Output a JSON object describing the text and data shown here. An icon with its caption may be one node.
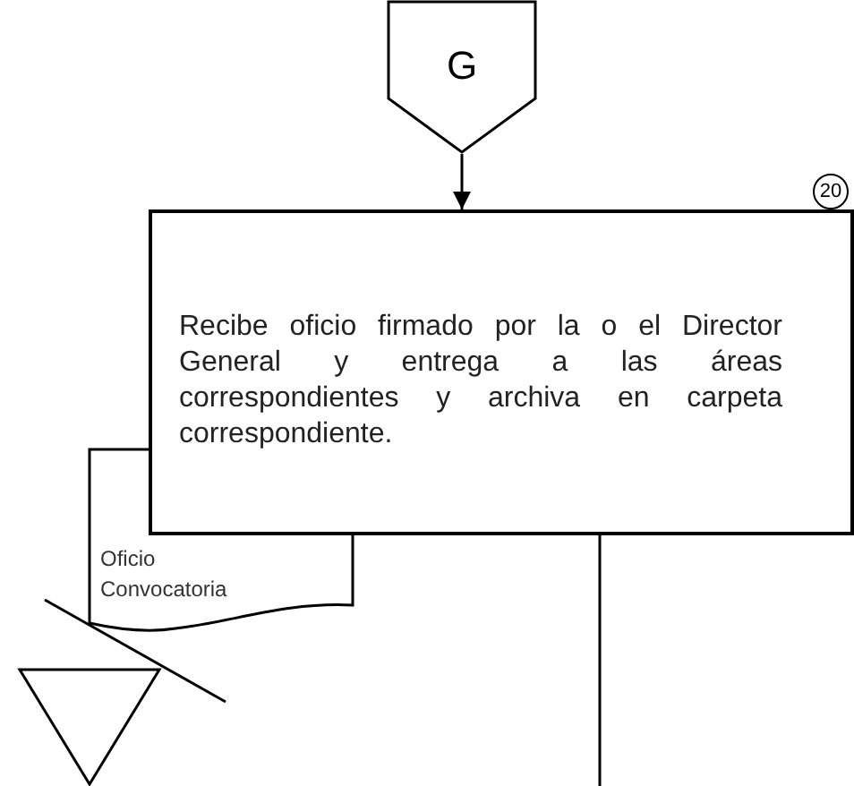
{
  "diagram": {
    "nodes": [
      {
        "text": [
          "G"
        ]
      },
      {
        "text": [
          "Recibe oficio firmado por la o el Director General y entrega a las áreas correspondientes y archiva en carpeta correspondiente."
        ],
        "beside": [
          "20"
        ]
      },
      {
        "text": [
          "Oficio Convocatoria"
        ]
      },
      {
        "text": [],
        "shape": "triangle"
      }
    ],
    "edges": [
      {
        "from": 0,
        "to": 1,
        "arrow": "to"
      },
      {
        "from": 1,
        "to": null,
        "arrow": "none"
      }
    ]
  }
}
